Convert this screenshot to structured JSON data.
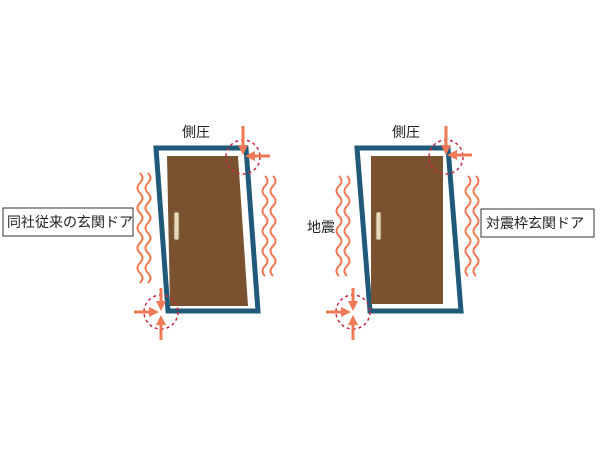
{
  "labels": {
    "left_pressure": "側圧",
    "right_pressure": "側圧",
    "earthquake": "地震",
    "left_caption": "同社従来の玄関ドア",
    "right_caption": "対震枠玄関ドア"
  },
  "colors": {
    "frame": "#1f5a7a",
    "door": "#7a5230",
    "handle": "#e9d9b8",
    "arrow": "#f07a55",
    "wave": "#f07a55",
    "dash_circle": "#c8283a",
    "text": "#222222",
    "background": "#ffffff"
  }
}
